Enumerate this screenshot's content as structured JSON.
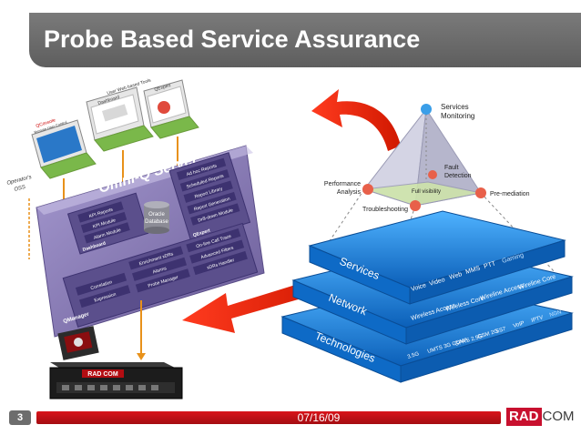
{
  "slide": {
    "title": "Probe Based Service Assurance",
    "page_number": "3",
    "date": "07/16/09",
    "logo": {
      "part1": "RAD",
      "part2": "COM"
    }
  },
  "left_diagram": {
    "server_title": "Omni-Q Server",
    "web_tools_label": "User Web based Tools",
    "dashboard_label": "Dashboard",
    "qexpert_label": "QExpert",
    "qconsole_label": "QConsole",
    "qconsole_sub": "Remote User Control",
    "operators_dss": [
      "Operator's",
      "OSS"
    ],
    "dashboard_modules": [
      "KPI Reports",
      "KPI Module",
      "Alarm Module"
    ],
    "dashboard_box_label": "Dashboard",
    "database_label": [
      "Oracle",
      "Database"
    ],
    "qexpert_modules": [
      "Ad hoc Reports",
      "Scheduled Reports",
      "Report Library",
      "Report Generation",
      "Drill-down Module"
    ],
    "qexpert_box_label": "QExpert",
    "qmanager_left": [
      "Correlation",
      "Expression"
    ],
    "qmanager_mid": [
      "Enrichment xDRs",
      "Alarms",
      "Probe Manager"
    ],
    "qmanager_right": [
      "On-line Call Trace",
      "Advanced Filters",
      "xDRs Handler"
    ],
    "qmanager_label": "QManager",
    "appliance_logo": "RAD COM"
  },
  "pyramid": {
    "apex": [
      "Services",
      "Monitoring"
    ],
    "fault": [
      "Fault",
      "Detection"
    ],
    "performance": [
      "Performance",
      "Analysis"
    ],
    "full_visibility": "Full visibility",
    "pre_mediation": "Pre-mediation",
    "troubleshooting": "Troubleshooting"
  },
  "layers": {
    "services": {
      "name": "Services",
      "items": [
        "Voice",
        "Video",
        "Web",
        "MMS",
        "PTT",
        "Gaming"
      ]
    },
    "network": {
      "name": "Network",
      "items": [
        "Wireless Access",
        "Wireless Core",
        "Wireline Access",
        "Wireline Core"
      ]
    },
    "technologies": {
      "name": "Technologies",
      "items": [
        "3.5G",
        "UMTS 3G CDMA",
        "GPRS 2.5G",
        "GSM 2G",
        "SS7",
        "VoIP",
        "IPTV",
        "NGN"
      ]
    }
  },
  "colors": {
    "accent_red": "#d9141a",
    "layer_blue": "#1f7fd6",
    "server_purple": "#7e6fa8",
    "title_gray": "#6a6a6a"
  }
}
